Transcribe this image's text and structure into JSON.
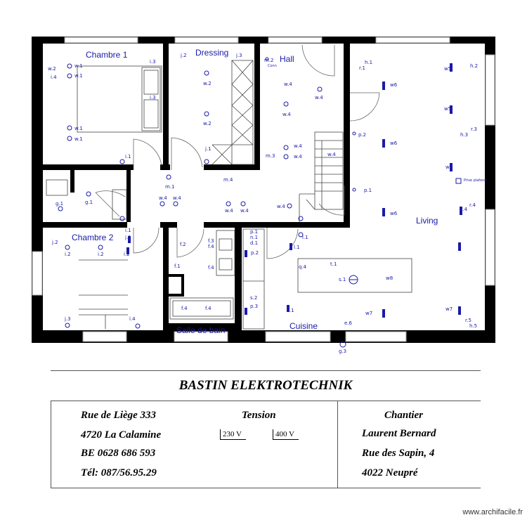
{
  "rooms": {
    "chambre1": "Chambre 1",
    "dressing": "Dressing",
    "hall": "Hall",
    "living": "Living",
    "chambre2": "Chambre 2",
    "salle_de_bain": "Salle de bain",
    "cuisine": "Cuisine"
  },
  "labels": {
    "w1": "w.1",
    "w2": "w.2",
    "w4": "w.4",
    "w5": "w5",
    "w6": "w6",
    "w7": "w7",
    "w8": "w8",
    "i1": "i.1",
    "i2": "i.2",
    "i3": "i.3",
    "i4": "i.4",
    "j1": "j.1",
    "j2": "j.2",
    "j3": "j.3",
    "m1": "m.1",
    "m2": "m.2",
    "m3": "m.3",
    "m4": "m.4",
    "h1": "h.1",
    "h2": "h.2",
    "h3": "h.3",
    "h4": "h.4",
    "h5": "h.5",
    "r1": "r.1",
    "r3": "r.3",
    "r4": "r.4",
    "r5": "r.5",
    "p1": "p.1",
    "p2": "p.2",
    "p3": "p.3",
    "n1": "n.1",
    "d1": "d.1",
    "l1": "l.1",
    "g1": "g.1",
    "g3": "g.3",
    "f1": "f.1",
    "f2": "f.2",
    "f3": "f.3",
    "f4": "f.4",
    "s1": "s.1",
    "s2": "s.2",
    "t1": "t.1",
    "q4": "q.4",
    "e6": "e.6",
    "conn": "Conn",
    "prise_plafond": "Prise plafond"
  },
  "title_block": {
    "company": "BASTIN ELEKTROTECHNIK",
    "address_line1": "Rue de Liège 333",
    "address_line2": "4720 La Calamine",
    "address_line3": "BE 0628 686 593",
    "address_line4": "Tél:  087/56.95.29",
    "tension_title": "Tension",
    "tension_1": "230  V",
    "tension_2": "400  V",
    "site_title": "Chantier",
    "site_line1": "Laurent Bernard",
    "site_line2": "Rue des Sapin, 4",
    "site_line3": "4022 Neupré"
  },
  "watermark": "www.archifacile.fr",
  "colors": {
    "symbols": "#1a1aa8",
    "walls": "#000000"
  }
}
